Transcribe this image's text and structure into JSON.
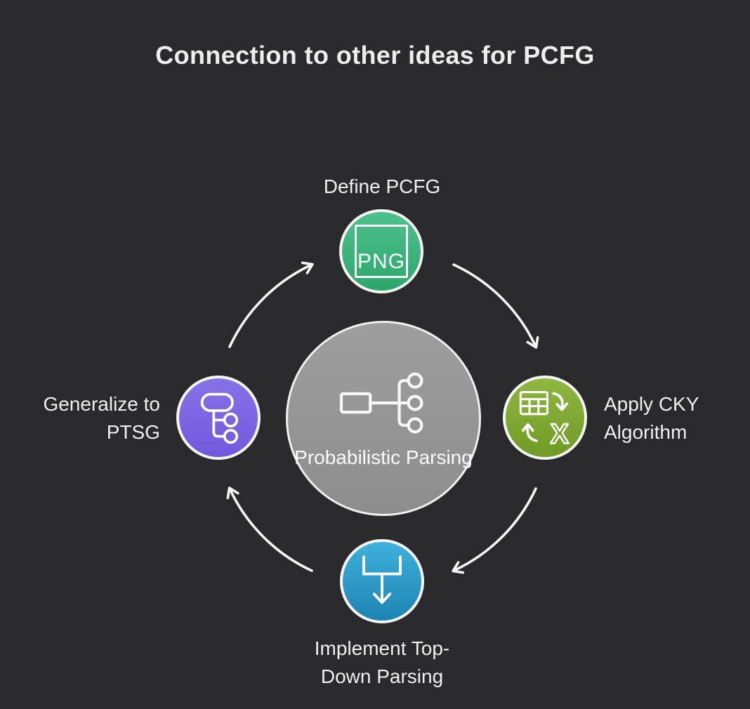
{
  "title": "Connection to other ideas for PCFG",
  "background_color": "#2a2a2c",
  "arrow_color": "#f5f5f5",
  "cycle_direction": "clockwise",
  "center": {
    "label_line1": "Probabilistic",
    "label_line2": "Parsing",
    "icon": "flow-tree-icon",
    "color_top": "#9e9e9e",
    "color_bottom": "#8d8d8d"
  },
  "nodes": {
    "top": {
      "label_line1": "Define PCFG",
      "label_line2": "",
      "icon": "png-image-icon",
      "icon_text": "PNG",
      "color_top": "#4cc28b",
      "color_bottom": "#2da66b"
    },
    "right": {
      "label_line1": "Apply CKY",
      "label_line2": "Algorithm",
      "icon": "table-convert-x-icon",
      "icon_text": "X",
      "color_top": "#8fb741",
      "color_bottom": "#6e9b24"
    },
    "bottom": {
      "label_line1": "Implement Top-",
      "label_line2": "Down Parsing",
      "icon": "top-down-arrow-icon",
      "color_top": "#3fb0dc",
      "color_bottom": "#1d84b3"
    },
    "left": {
      "label_line1": "Generalize to",
      "label_line2": "PTSG",
      "icon": "tree-branch-icon",
      "color_top": "#8672e7",
      "color_bottom": "#7159de"
    }
  }
}
